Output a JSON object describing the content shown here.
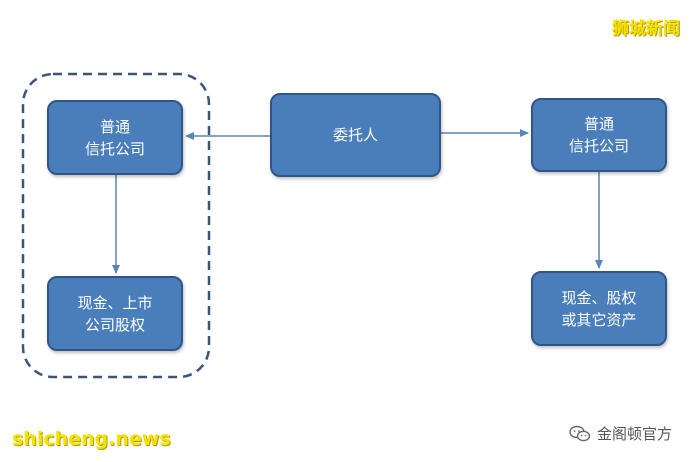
{
  "nodes": {
    "trustee_left": {
      "line1": "普通",
      "line2": "信托公司"
    },
    "settlor": {
      "line1": "委托人"
    },
    "trustee_right": {
      "line1": "普通",
      "line2": "信托公司"
    },
    "assets_left": {
      "line1": "现金、上市",
      "line2": "公司股权"
    },
    "assets_right": {
      "line1": "现金、股权",
      "line2": "或其它资产"
    }
  },
  "watermarks": {
    "top_right": "狮城新闻",
    "bottom_left": "shicheng.news",
    "bottom_right": "金阁顿官方"
  },
  "icons": {
    "wechat": "wechat-icon"
  },
  "colors": {
    "node_fill": "#4a7ebb",
    "node_border": "#2f5686",
    "arrow": "#5b84b8",
    "group_border": "#3a5677",
    "watermark_yellow": "#f5e100"
  }
}
